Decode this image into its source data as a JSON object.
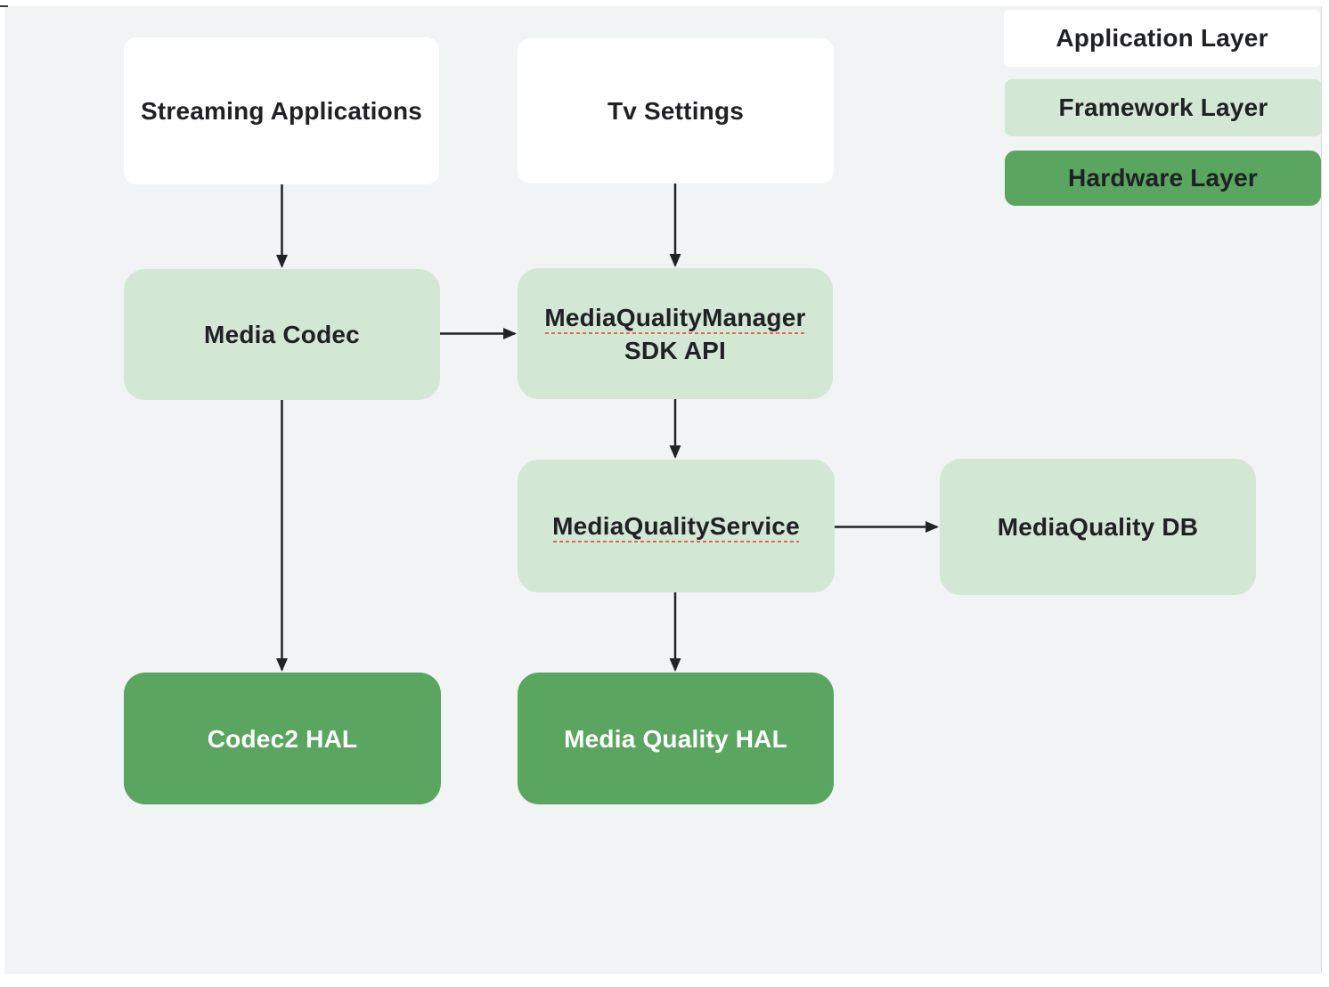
{
  "diagram": {
    "nodes": {
      "streaming_apps": {
        "label": "Streaming Applications",
        "layer": "application"
      },
      "tv_settings": {
        "label": "Tv Settings",
        "layer": "application"
      },
      "media_codec": {
        "label": "Media Codec",
        "layer": "framework"
      },
      "mq_manager": {
        "line1": "MediaQualityManager",
        "line2": "SDK API",
        "layer": "framework"
      },
      "mq_service": {
        "label": "MediaQualityService",
        "layer": "framework"
      },
      "mq_db": {
        "label": "MediaQuality DB",
        "layer": "framework"
      },
      "codec2_hal": {
        "label": "Codec2 HAL",
        "layer": "hardware"
      },
      "media_quality_hal": {
        "label": "Media Quality HAL",
        "layer": "hardware"
      }
    },
    "edges": [
      {
        "from": "streaming_apps",
        "to": "media_codec"
      },
      {
        "from": "tv_settings",
        "to": "mq_manager"
      },
      {
        "from": "media_codec",
        "to": "mq_manager"
      },
      {
        "from": "mq_manager",
        "to": "mq_service"
      },
      {
        "from": "mq_service",
        "to": "mq_db"
      },
      {
        "from": "mq_service",
        "to": "media_quality_hal"
      },
      {
        "from": "media_codec",
        "to": "codec2_hal"
      }
    ]
  },
  "legend": {
    "application": "Application Layer",
    "framework": "Framework Layer",
    "hardware": "Hardware Layer"
  },
  "colors": {
    "background": "#F1F3F4",
    "application_layer": "#FFFFFF",
    "framework_layer": "#D3E7D5",
    "hardware_layer": "#5AA55F",
    "text_dark": "#202124",
    "text_light": "#FFFFFF",
    "arrow": "#212327",
    "squiggle": "#E06A4E"
  }
}
